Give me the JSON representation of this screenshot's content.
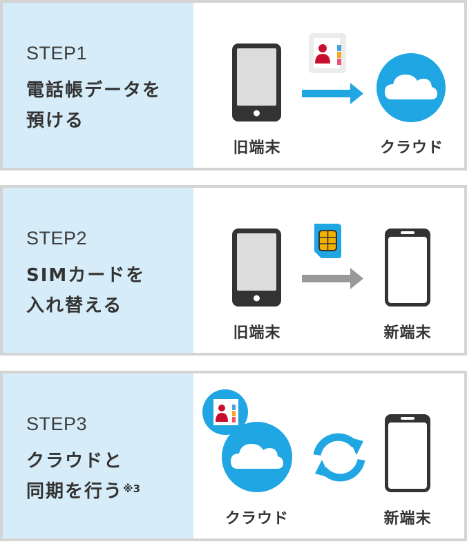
{
  "steps": [
    {
      "label": "STEP1",
      "title_line1": "電話帳データを",
      "title_line2": "預ける",
      "left_caption": "旧端末",
      "right_caption": "クラウド"
    },
    {
      "label": "STEP2",
      "title_line1": "SIMカードを",
      "title_line2": "入れ替える",
      "left_caption": "旧端末",
      "right_caption": "新端末"
    },
    {
      "label": "STEP3",
      "title_line1": "クラウドと",
      "title_line2": "同期を行う",
      "title_note": "※3",
      "left_caption": "クラウド",
      "right_caption": "新端末"
    }
  ],
  "colors": {
    "panel_bg": "#d6ecf8",
    "border": "#d4d4d4",
    "cloud_blue": "#1fa6e3",
    "arrow_blue": "#1fa6e3",
    "arrow_gray": "#999999",
    "sim_gold": "#f2b100",
    "contact_red": "#c8102e"
  },
  "icons": [
    "old-phone-icon",
    "contact-card-icon",
    "arrow-right-icon",
    "cloud-icon",
    "sim-card-icon",
    "new-phone-icon",
    "sync-icon",
    "speech-bubble-icon"
  ]
}
